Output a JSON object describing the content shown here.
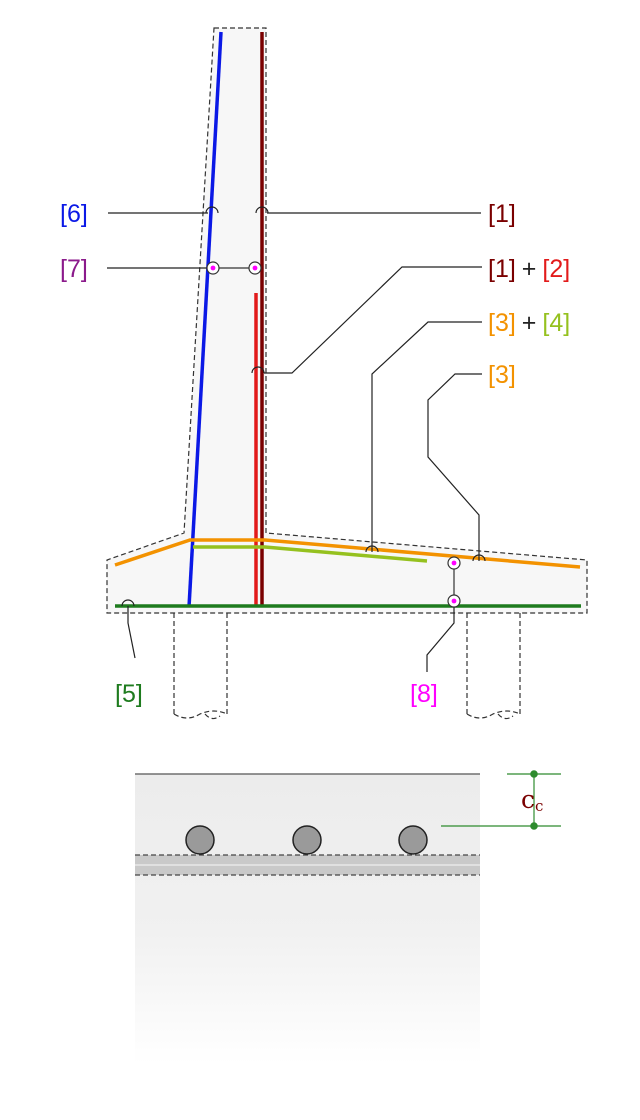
{
  "labels": {
    "l1": "[1]",
    "l6": "[6]",
    "l7": "[7]",
    "l12_a": "[1]",
    "l12_plus": "+",
    "l12_b": "[2]",
    "l34_a": "[3]",
    "l34_plus": "+",
    "l34_b": "[4]",
    "l3": "[3]",
    "l5": "[5]",
    "l8": "[8]"
  },
  "cover": {
    "symbol": "c",
    "subscript": "c"
  },
  "colors": {
    "rebar_1": "#7a0000",
    "rebar_2": "#e21b1b",
    "rebar_3": "#f39200",
    "rebar_4": "#95c11f",
    "rebar_5": "#1e7b1e",
    "rebar_6": "#0b19e6",
    "rebar_7": "#8b1a8b",
    "rebar_8": "#ff00ff",
    "concrete": "#f7f7f7",
    "leader": "#222222",
    "cover_dim": "#2e8b2e",
    "plus": "#222222"
  }
}
